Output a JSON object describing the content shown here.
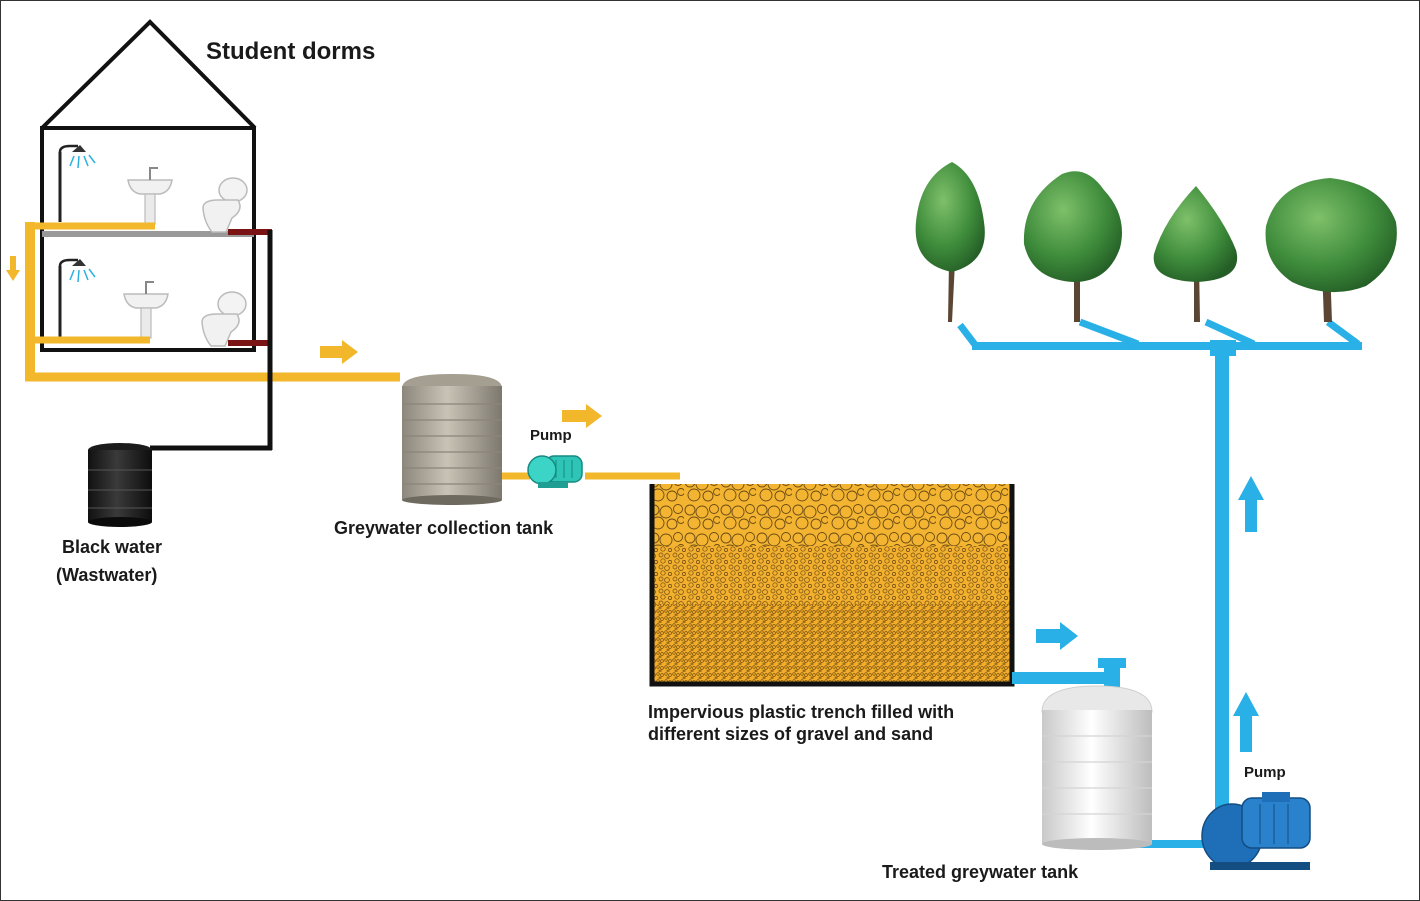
{
  "labels": {
    "student_dorms": "Student dorms",
    "black_water_line1": "Black water",
    "black_water_line2": "(Wastwater)",
    "greywater_collection_tank": "Greywater collection tank",
    "pump_1": "Pump",
    "trench_line1": "Impervious plastic trench filled with",
    "trench_line2": "different sizes of gravel and sand",
    "pump_2": "Pump",
    "treated_greywater_tank": "Treated greywater tank"
  },
  "colors": {
    "greywater_pipe": "#f2b72a",
    "blackwater_pipe": "#1a1a1a",
    "drain_pipe": "#7a1414",
    "treated_pipe": "#29b0e6",
    "gravel": "#f3b431",
    "tree_foliage": "#3f8d3c",
    "pump_teal": "#2ec4b6",
    "pump_blue": "#1e6fb8"
  }
}
